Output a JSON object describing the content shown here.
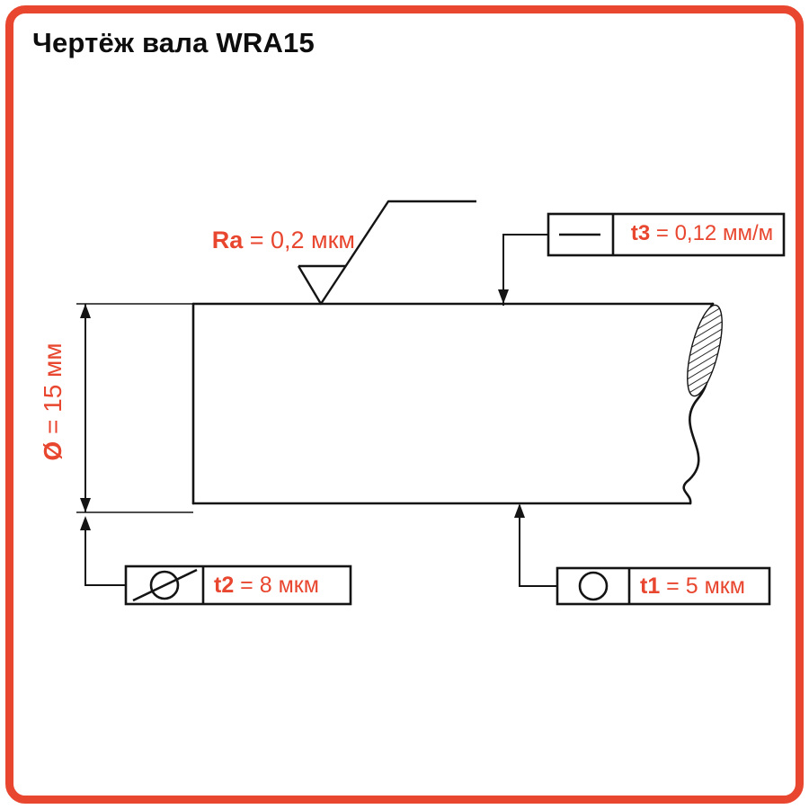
{
  "colors": {
    "accent": "#e8462f",
    "ink": "#141414",
    "background": "#ffffff"
  },
  "title": "Чертёж вала WRA15",
  "shaft": {
    "roughness": {
      "label": "Ra",
      "value": " = 0,2 мкм",
      "symbol": "surface-roughness-check"
    },
    "diameter": {
      "label": "Ø",
      "value": " = 15 мм"
    },
    "tolerances": [
      {
        "id": "t3",
        "label": "t3",
        "value": " = 0,12 мм/м",
        "symbol": "straightness-line"
      },
      {
        "id": "t2",
        "label": "t2",
        "value": " = 8 мкм",
        "symbol": "radial-runout-circle-slash"
      },
      {
        "id": "t1",
        "label": "t1",
        "value": " = 5 мкм",
        "symbol": "circularity-circle"
      }
    ]
  }
}
